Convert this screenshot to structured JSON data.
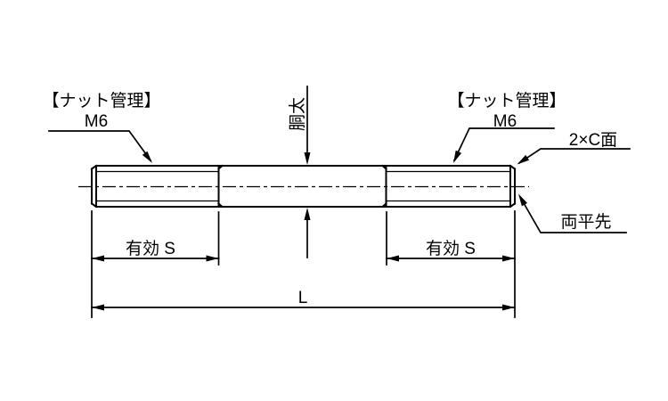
{
  "colors": {
    "line": "#000000",
    "background": "#ffffff"
  },
  "annotations": {
    "left_thread": {
      "title": "【ナット管理】",
      "size": "M6"
    },
    "right_thread": {
      "title": "【ナット管理】",
      "size": "M6"
    },
    "chamfer_label": "2×C面",
    "tip_label": "両平先",
    "body_label": "胴太"
  },
  "dimensions": {
    "left_effective": "有効 S",
    "right_effective": "有効 S",
    "overall_length": "L"
  }
}
